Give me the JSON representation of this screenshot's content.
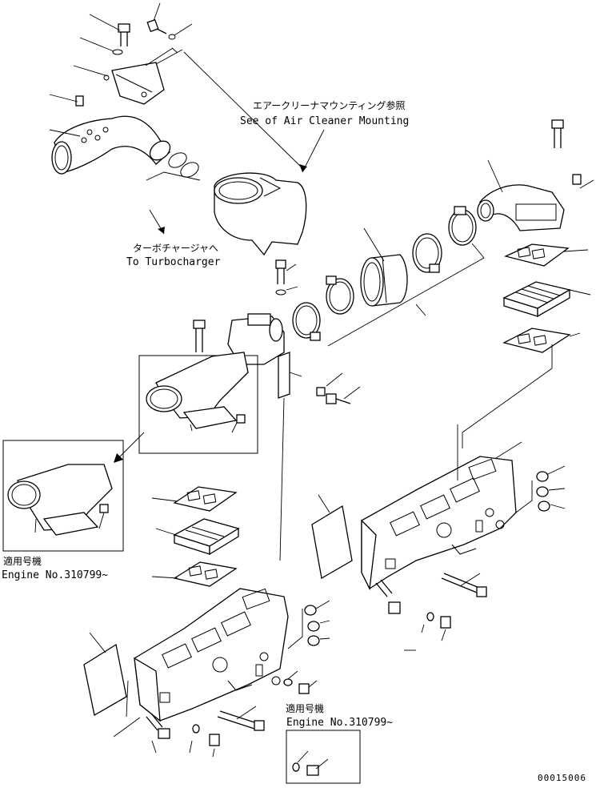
{
  "callouts": {
    "air_cleaner_jp": "エアークリーナマウンティング参照",
    "air_cleaner_en": "See of Air Cleaner Mounting",
    "turbo_jp": "ターボチャージャへ",
    "turbo_en": "To Turbocharger",
    "applicable_jp_1": "適用号機",
    "engine_no_1": "Engine No.310799~",
    "applicable_jp_2": "適用号機",
    "engine_no_2": "Engine No.310799~"
  },
  "drawing_number": "00015006"
}
